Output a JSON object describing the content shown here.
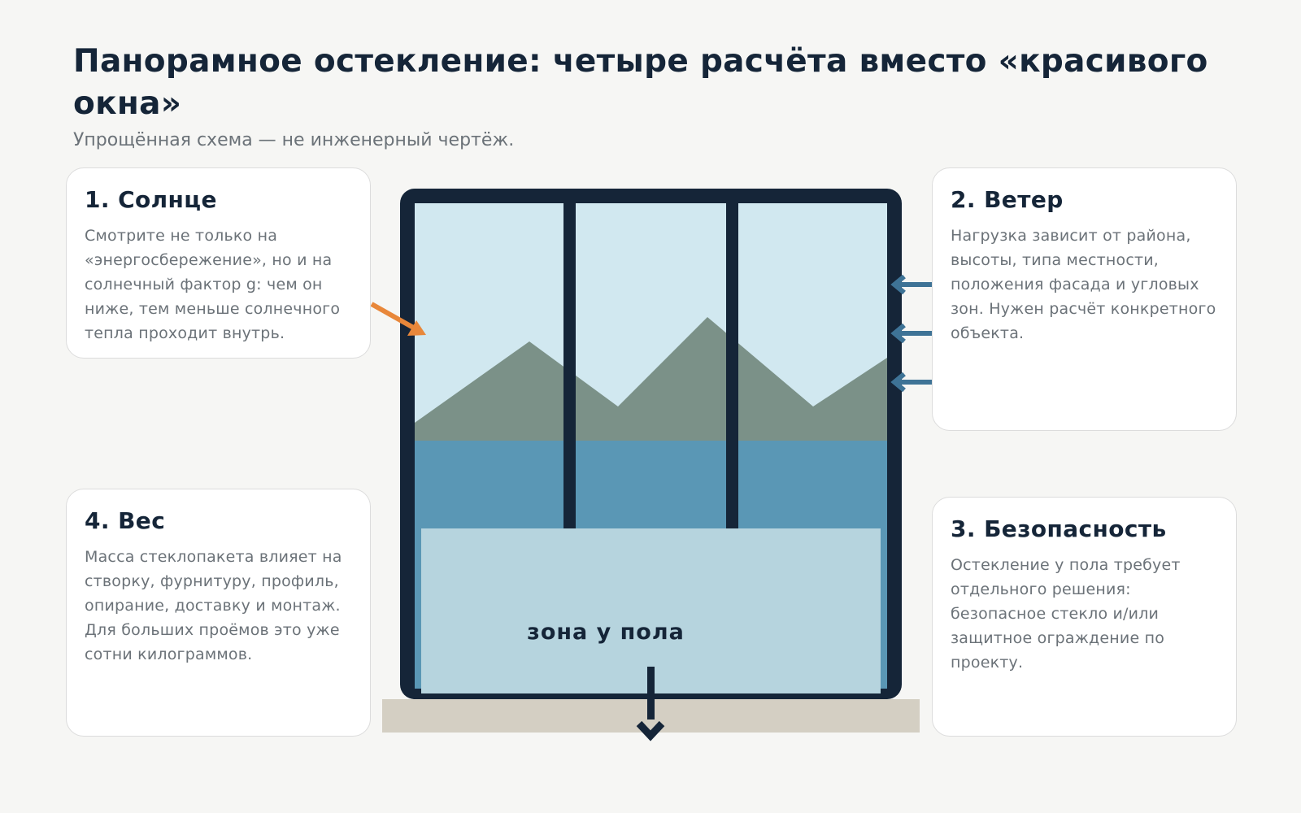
{
  "header": {
    "title": "Панорамное остекление: четыре расчёта вместо «красивого окна»",
    "subtitle": "Упрощённая схема — не инженерный чертёж."
  },
  "cards": {
    "sun": {
      "title": "1. Солнце",
      "text": "Смотрите не только на «энергосбережение», но и на солнечный фактор g: чем он ниже, тем меньше солнечного тепла проходит внутрь."
    },
    "wind": {
      "title": "2. Ветер",
      "text": "Нагрузка зависит от района, высоты, типа местности, положения фасада и угловых зон. Нужен расчёт конкретного объекта."
    },
    "safety": {
      "title": "3. Безопасность",
      "text": "Остекление у пола требует отдельного решения: безопасное стекло и/или защитное ограждение по проекту."
    },
    "weight": {
      "title": "4. Вес",
      "text": "Масса стеклопакета влияет на створку, фурнитуру, профиль, опирание, доставку и монтаж. Для больших проёмов это уже сотни килограммов."
    }
  },
  "diagram": {
    "floor_zone_label": "зона у пола"
  },
  "colors": {
    "frame": "#152538",
    "sky": "#d1e8f0",
    "mountains": "#7b9188",
    "water": "#5a97b5",
    "floor_zone": "#b6d4de",
    "floor_slab": "#d4cfc3",
    "sun_arrow": "#e8873a",
    "wind_arrows": "#3e7396",
    "weight_arrow": "#152538"
  }
}
